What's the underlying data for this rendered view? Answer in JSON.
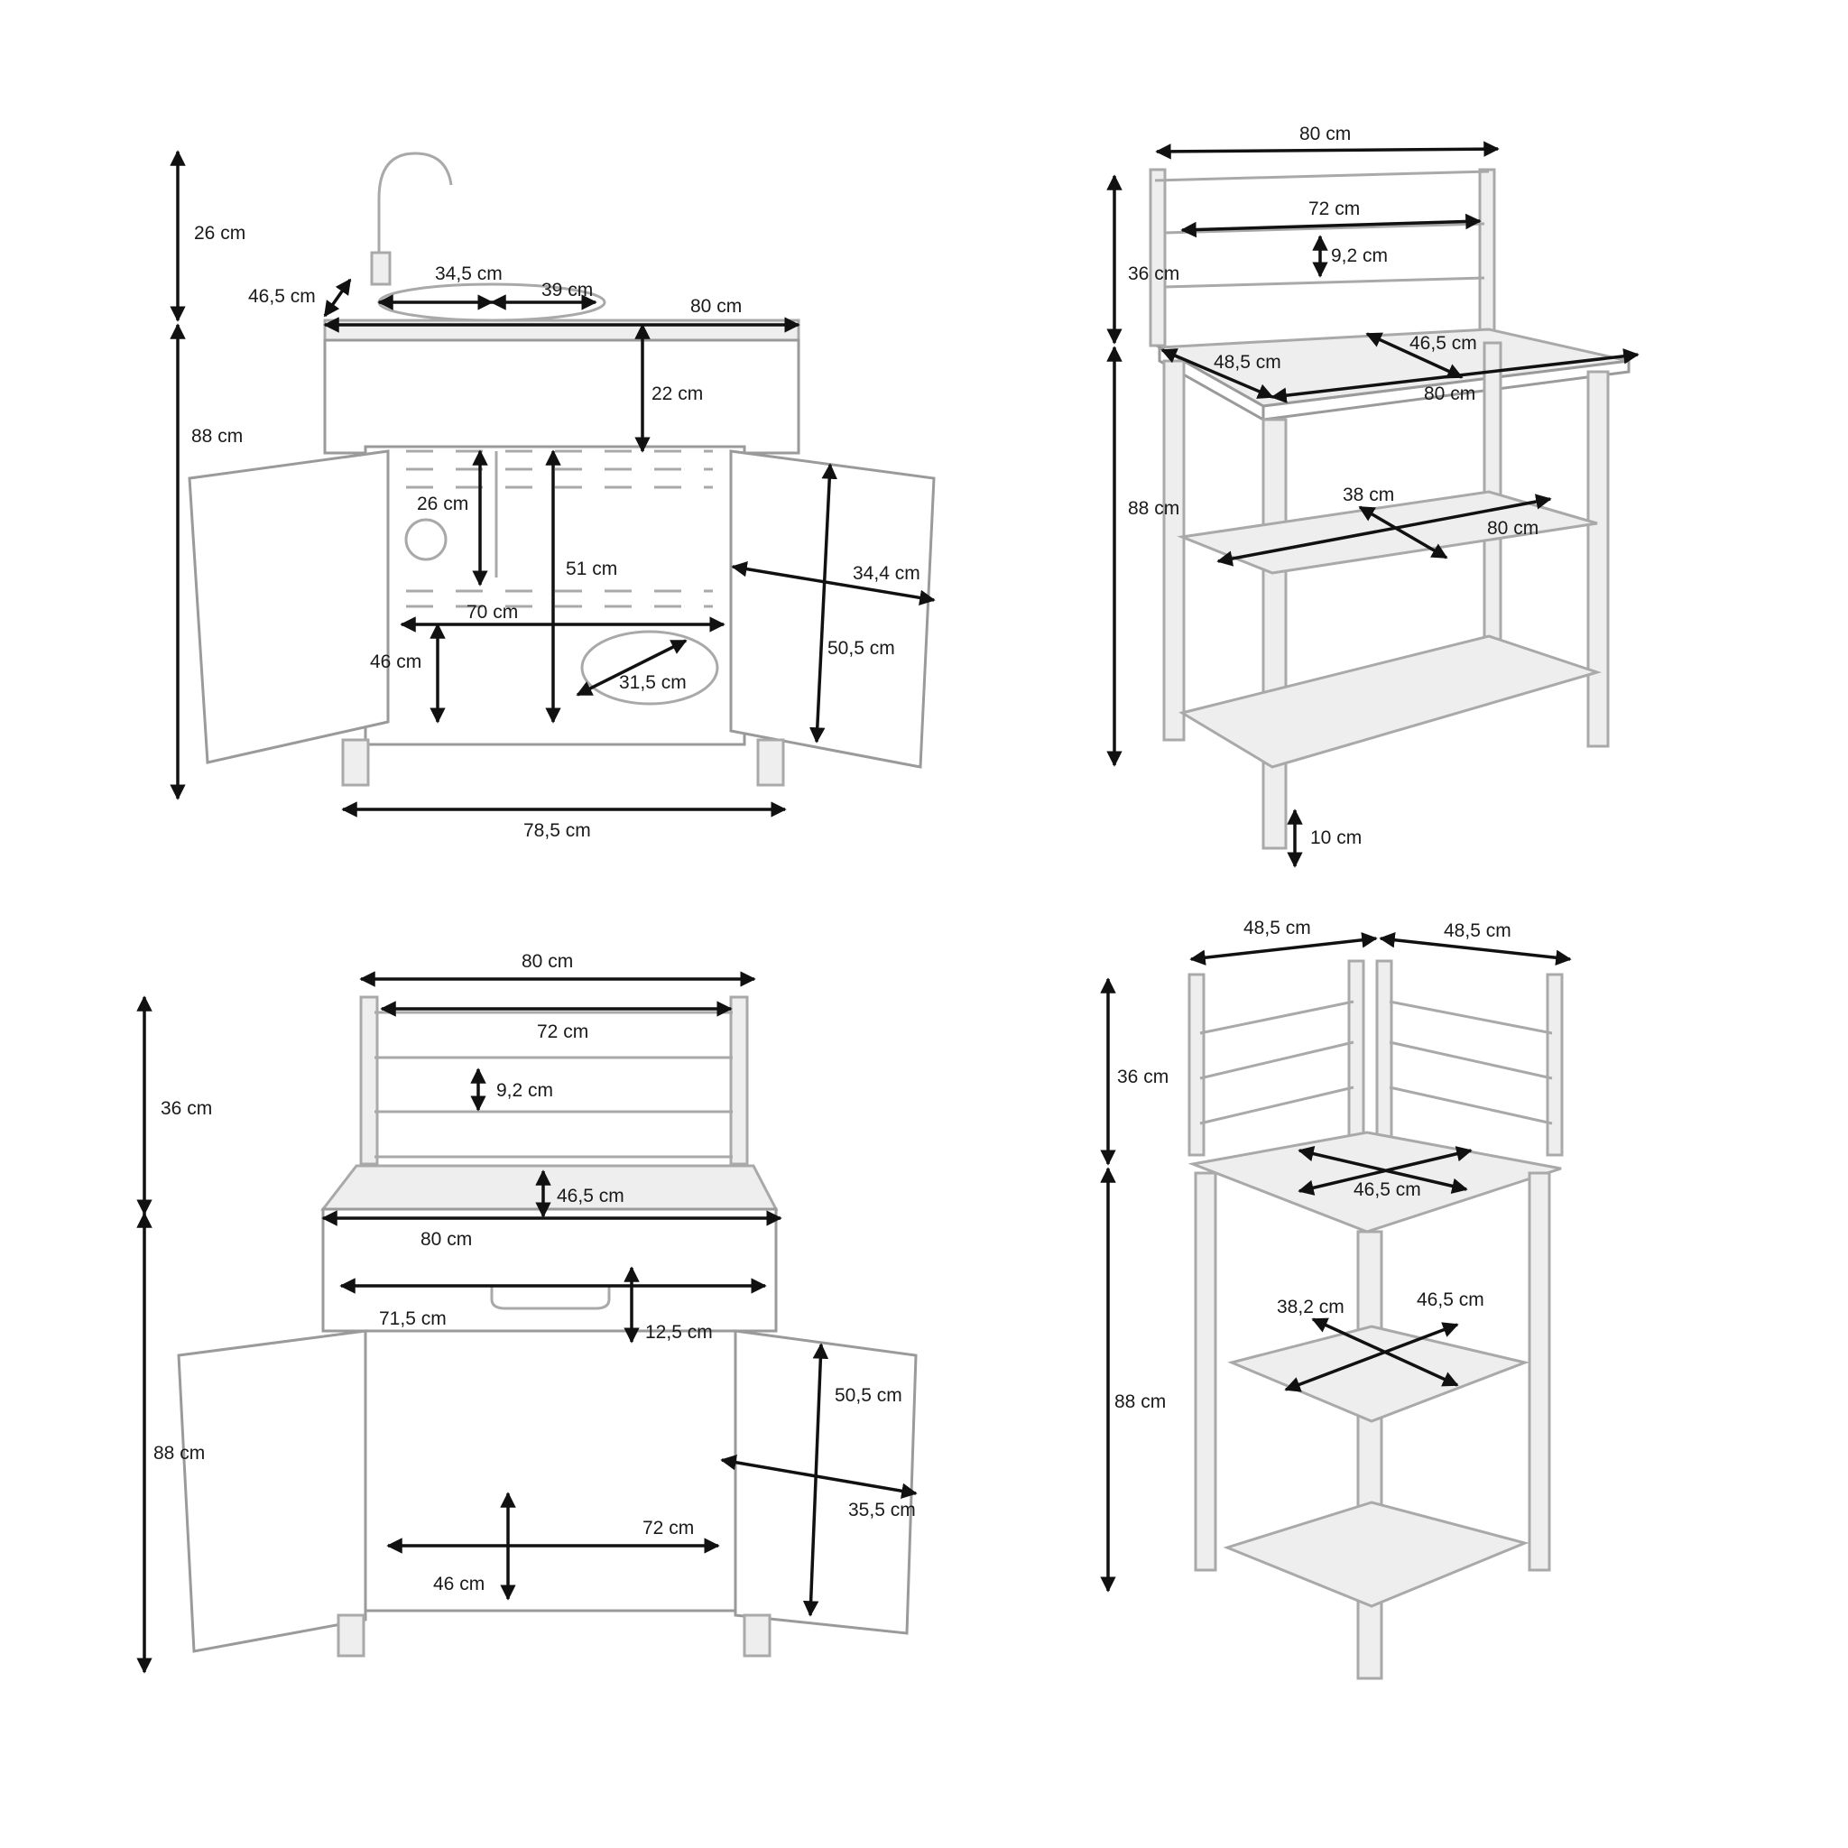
{
  "sink_cabinet": {
    "labels": {
      "tap_height": "26 cm",
      "depth": "46,5 cm",
      "basin_width": "34,5 cm",
      "basin_length": "39 cm",
      "width": "80 cm",
      "top_height": "22 cm",
      "total_height": "88 cm",
      "pipe_height": "26 cm",
      "interior_height": "51 cm",
      "interior_width": "70 cm",
      "shelf_height": "46 cm",
      "hole_diameter": "31,5 cm",
      "door_height": "50,5 cm",
      "door_width": "34,4 cm",
      "base_width": "78,5 cm"
    }
  },
  "work_bench": {
    "labels": {
      "top_width": "80 cm",
      "rail_width": "72 cm",
      "rail_gap": "9,2 cm",
      "back_height": "36 cm",
      "top_depth": "48,5 cm",
      "inner_depth": "46,5 cm",
      "worktop_width": "80 cm",
      "total_height": "88 cm",
      "shelf_depth": "38 cm",
      "shelf_width": "80 cm",
      "foot_height": "10 cm"
    }
  },
  "storage_cabinet": {
    "labels": {
      "top_width": "80 cm",
      "rail_width": "72 cm",
      "rail_gap": "9,2 cm",
      "back_height": "36 cm",
      "depth": "46,5 cm",
      "width": "80 cm",
      "total_height": "88 cm",
      "drawer_width": "71,5 cm",
      "drawer_height": "12,5 cm",
      "door_height": "50,5 cm",
      "door_width": "35,5 cm",
      "interior_width": "72 cm",
      "interior_height": "46 cm"
    }
  },
  "corner_unit": {
    "labels": {
      "left_width": "48,5 cm",
      "right_width": "48,5 cm",
      "back_height": "36 cm",
      "top_depth": "46,5 cm",
      "total_height": "88 cm",
      "shelf_depth_a": "38,2 cm",
      "shelf_depth_b": "46,5 cm"
    }
  }
}
